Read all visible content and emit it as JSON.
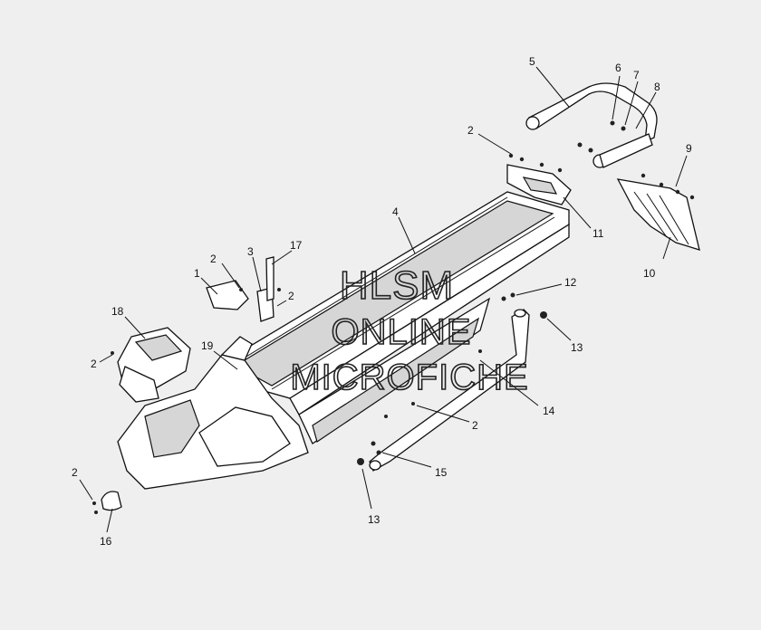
{
  "watermark": {
    "line1": "HLSM",
    "line2": "ONLINE",
    "line3": "MICROFICHE"
  },
  "callouts": [
    {
      "id": "c1",
      "text": "1"
    },
    {
      "id": "c2a",
      "text": "2"
    },
    {
      "id": "c3",
      "text": "3"
    },
    {
      "id": "c17",
      "text": "17"
    },
    {
      "id": "c2b",
      "text": "2"
    },
    {
      "id": "c18",
      "text": "18"
    },
    {
      "id": "c2c",
      "text": "2"
    },
    {
      "id": "c19",
      "text": "19"
    },
    {
      "id": "c4",
      "text": "4"
    },
    {
      "id": "c2d",
      "text": "2"
    },
    {
      "id": "c5",
      "text": "5"
    },
    {
      "id": "c6",
      "text": "6"
    },
    {
      "id": "c7",
      "text": "7"
    },
    {
      "id": "c8",
      "text": "8"
    },
    {
      "id": "c9",
      "text": "9"
    },
    {
      "id": "c10",
      "text": "10"
    },
    {
      "id": "c11",
      "text": "11"
    },
    {
      "id": "c12",
      "text": "12"
    },
    {
      "id": "c13a",
      "text": "13"
    },
    {
      "id": "c14",
      "text": "14"
    },
    {
      "id": "c2e",
      "text": "2"
    },
    {
      "id": "c15",
      "text": "15"
    },
    {
      "id": "c13b",
      "text": "13"
    },
    {
      "id": "c2f",
      "text": "2"
    },
    {
      "id": "c16",
      "text": "16"
    }
  ]
}
